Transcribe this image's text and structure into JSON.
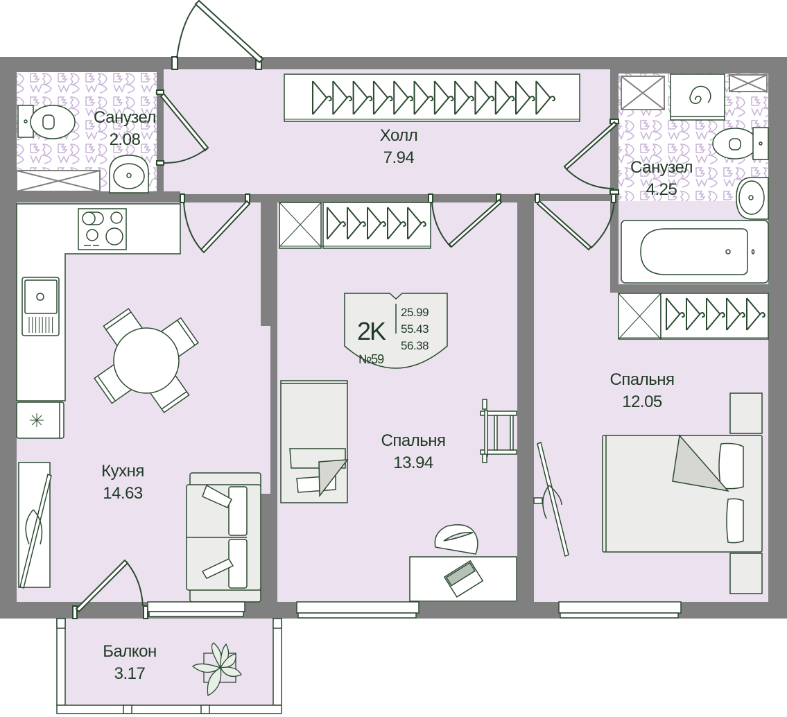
{
  "colors": {
    "wall": "#808080",
    "floor": "#ece2ef",
    "line": "#2b4a30",
    "text": "#1f3a24",
    "furniture_fill": "#ffffff",
    "furniture_gray": "#ececea",
    "tile_pattern": "#c8b3d8"
  },
  "apartment": {
    "type": "2K",
    "number": "№59",
    "living_area": "25.99",
    "total_area": "55.43",
    "total_area_with_balcony": "56.38"
  },
  "rooms": {
    "bath_small": {
      "name": "Санузел",
      "area": "2.08"
    },
    "hall": {
      "name": "Холл",
      "area": "7.94"
    },
    "bath_large": {
      "name": "Санузел",
      "area": "4.25"
    },
    "kitchen": {
      "name": "Кухня",
      "area": "14.63"
    },
    "bedroom_center": {
      "name": "Спальня",
      "area": "13.94"
    },
    "bedroom_right": {
      "name": "Спальня",
      "area": "12.05"
    },
    "balcony": {
      "name": "Балкон",
      "area": "3.17"
    }
  }
}
